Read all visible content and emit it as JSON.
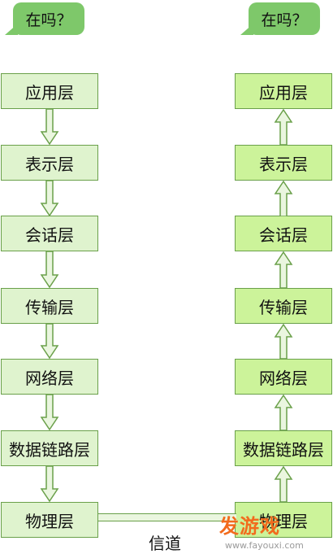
{
  "bubbles": {
    "left": "在吗？",
    "right": "在吗？"
  },
  "layers": [
    "应用层",
    "表示层",
    "会话层",
    "传输层",
    "网络层",
    "数据链路层",
    "物理层"
  ],
  "channel_label": "信道",
  "watermark": {
    "brand": "发游戏",
    "url": "www.fayouxi.com"
  }
}
